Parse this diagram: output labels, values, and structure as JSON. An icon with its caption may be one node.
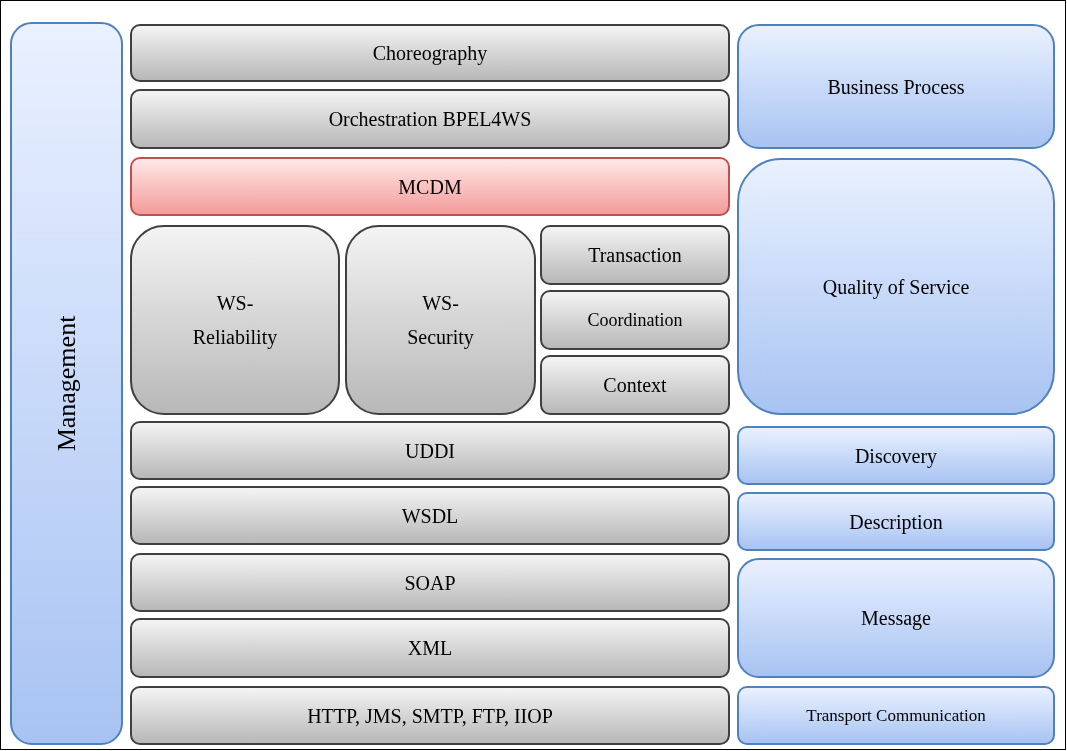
{
  "diagram": {
    "nodes": [
      {
        "text": [
          "Management"
        ]
      },
      {
        "text": [
          "Choreography"
        ]
      },
      {
        "text": [
          "Orchestration BPEL4WS"
        ]
      },
      {
        "text": [
          "MCDM"
        ]
      },
      {
        "text": [
          "WS- Reliability"
        ]
      },
      {
        "text": [
          "WS- Security"
        ]
      },
      {
        "text": [
          "Transaction"
        ]
      },
      {
        "text": [
          "Coordination"
        ]
      },
      {
        "text": [
          "Context"
        ]
      },
      {
        "text": [
          "UDDI"
        ]
      },
      {
        "text": [
          "WSDL"
        ]
      },
      {
        "text": [
          "SOAP"
        ]
      },
      {
        "text": [
          "XML"
        ]
      },
      {
        "text": [
          "HTTP, JMS, SMTP, FTP, IIOP"
        ]
      },
      {
        "text": [
          "Business Process"
        ]
      },
      {
        "text": [
          "Quality of Service"
        ]
      },
      {
        "text": [
          "Discovery"
        ]
      },
      {
        "text": [
          "Description"
        ]
      },
      {
        "text": [
          "Message"
        ]
      },
      {
        "text": [
          "Transport Communication"
        ]
      }
    ]
  }
}
